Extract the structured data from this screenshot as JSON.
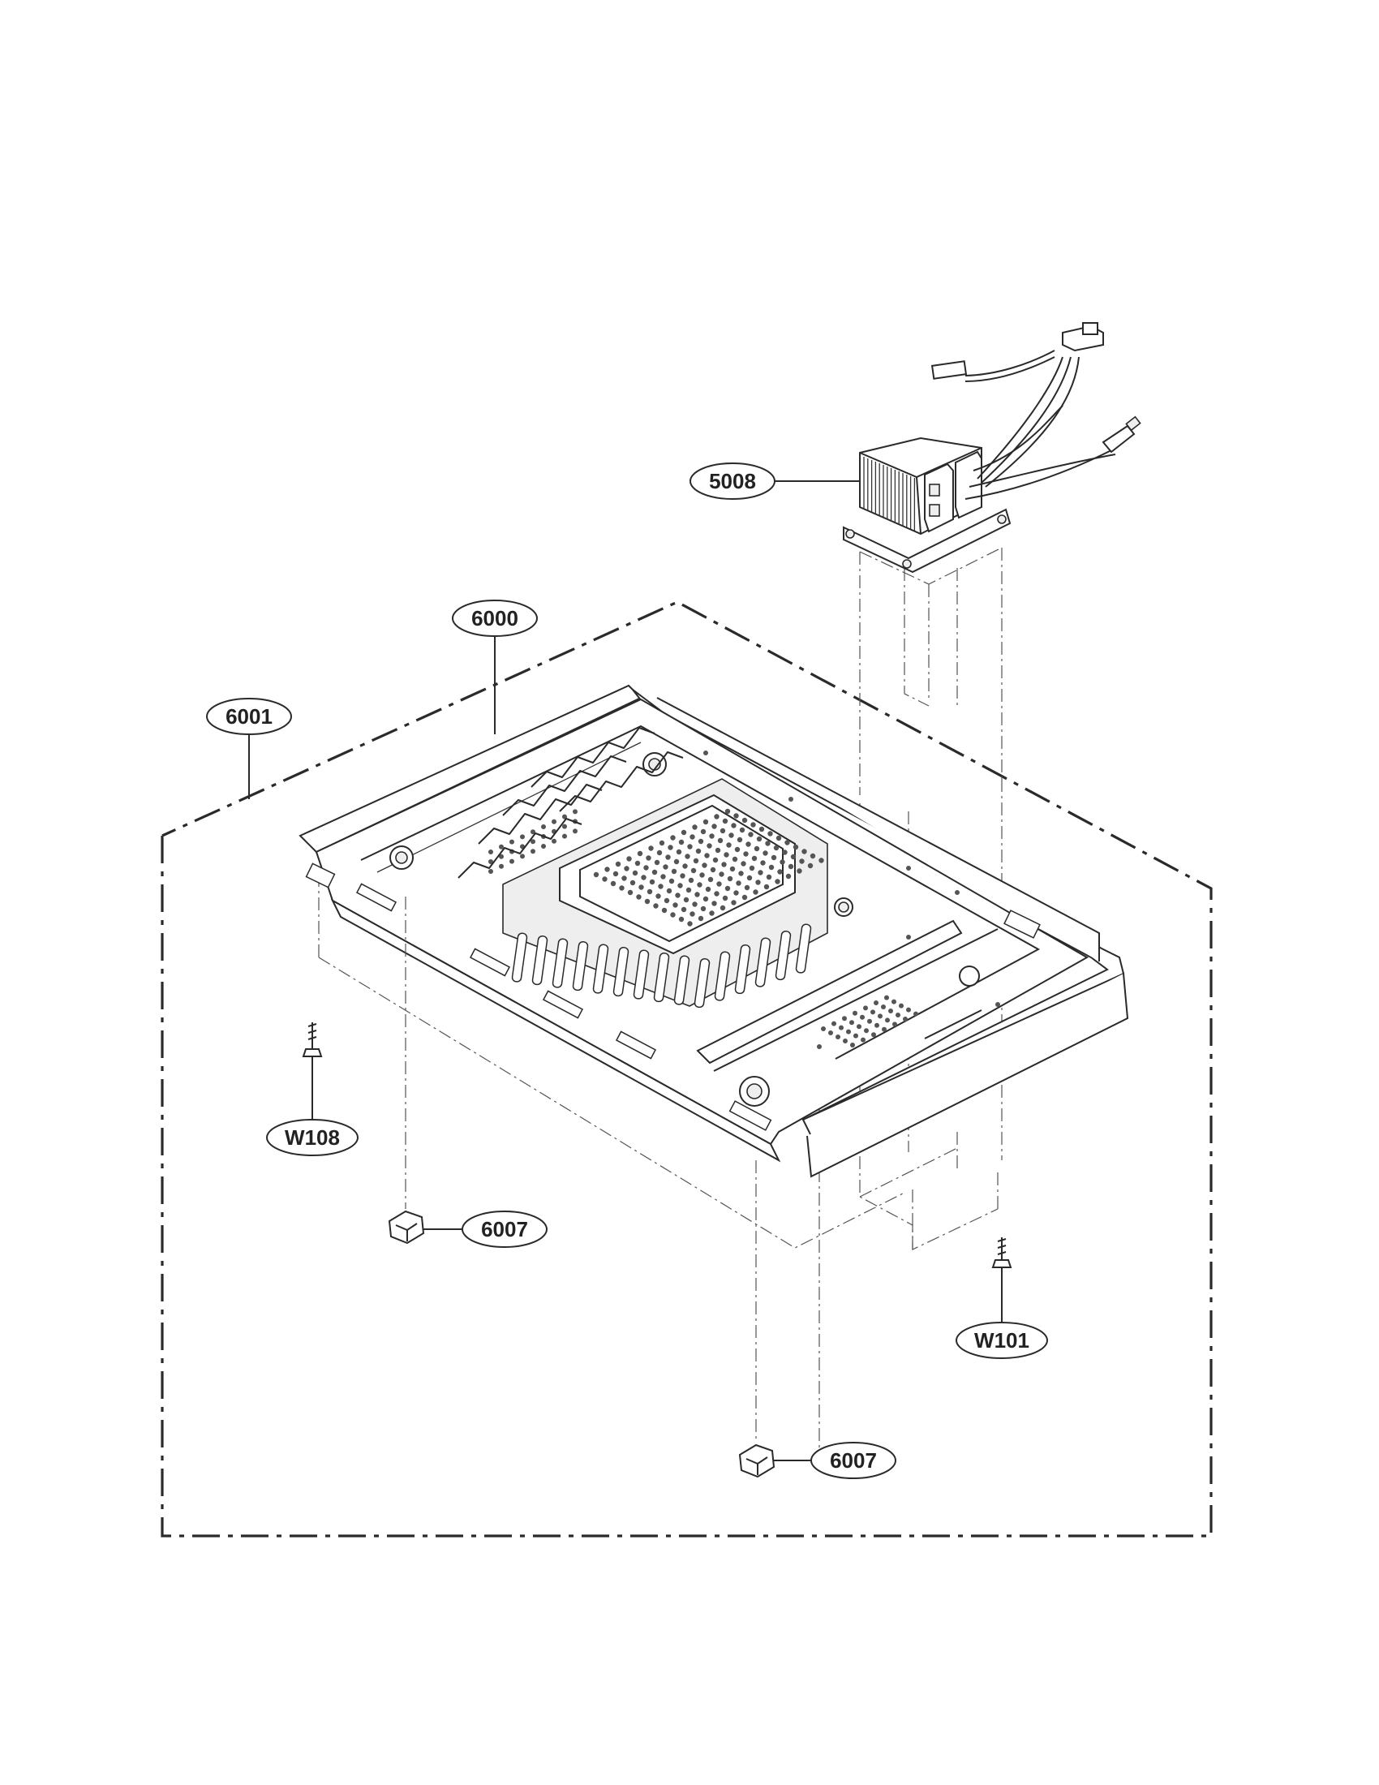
{
  "callouts": [
    {
      "id": "c5008",
      "label": "5008"
    },
    {
      "id": "c6000",
      "label": "6000"
    },
    {
      "id": "c6001",
      "label": "6001"
    },
    {
      "id": "cW108",
      "label": "W108"
    },
    {
      "id": "c6007a",
      "label": "6007"
    },
    {
      "id": "cW101",
      "label": "W101"
    },
    {
      "id": "c6007b",
      "label": "6007"
    }
  ],
  "colors": {
    "line": "#2a2a2a",
    "background": "#ffffff"
  }
}
